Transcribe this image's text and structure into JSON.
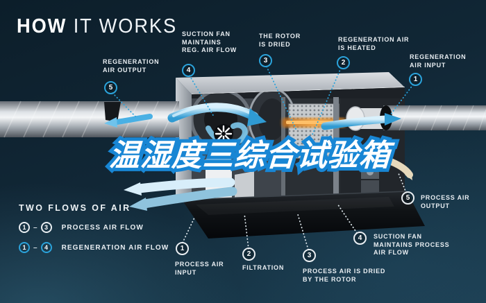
{
  "title": {
    "word_bold": "HOW",
    "word_light": " IT WORKS"
  },
  "watermark": {
    "text": "温湿度三综合试验箱"
  },
  "colors": {
    "accent_blue": "#2ba3db",
    "background_navy": "#112736",
    "heater_orange": "#f09a38",
    "output_arrow_beige": "#e6d9bc",
    "process_ring": "#e9eef2"
  },
  "callouts": {
    "regen_output": {
      "num": "5",
      "text": "REGENERATION\nAIR OUTPUT",
      "flow": "regeneration"
    },
    "suction_reg": {
      "num": "4",
      "text": "SUCTION FAN\nMAINTAINS\nREG. AIR FLOW",
      "flow": "regeneration"
    },
    "rotor_dried": {
      "num": "3",
      "text": "THE ROTOR\nIS DRIED",
      "flow": "regeneration"
    },
    "regen_heated": {
      "num": "2",
      "text": "REGENERATION AIR\nIS HEATED",
      "flow": "regeneration"
    },
    "regen_input": {
      "num": "1",
      "text": "REGENERATION\nAIR INPUT",
      "flow": "regeneration"
    },
    "process_output": {
      "num": "5",
      "text": "PROCESS AIR\nOUTPUT",
      "flow": "process"
    },
    "suction_process": {
      "num": "4",
      "text": "SUCTION FAN\nMAINTAINS PROCESS\nAIR FLOW",
      "flow": "process"
    },
    "process_dried": {
      "num": "3",
      "text": "PROCESS AIR IS DRIED\nBY THE ROTOR",
      "flow": "process"
    },
    "filtration": {
      "num": "2",
      "text": "FILTRATION",
      "flow": "process"
    },
    "process_input": {
      "num": "1",
      "text": "PROCESS AIR\nINPUT",
      "flow": "process"
    }
  },
  "legend": {
    "heading": "TWO FLOWS OF AIR",
    "separator": "–",
    "rows": [
      {
        "from": "1",
        "to": "3",
        "label": "PROCESS AIR FLOW",
        "flow": "process"
      },
      {
        "from": "1",
        "to": "4",
        "label": "REGENERATION AIR FLOW",
        "flow": "regeneration"
      }
    ]
  }
}
